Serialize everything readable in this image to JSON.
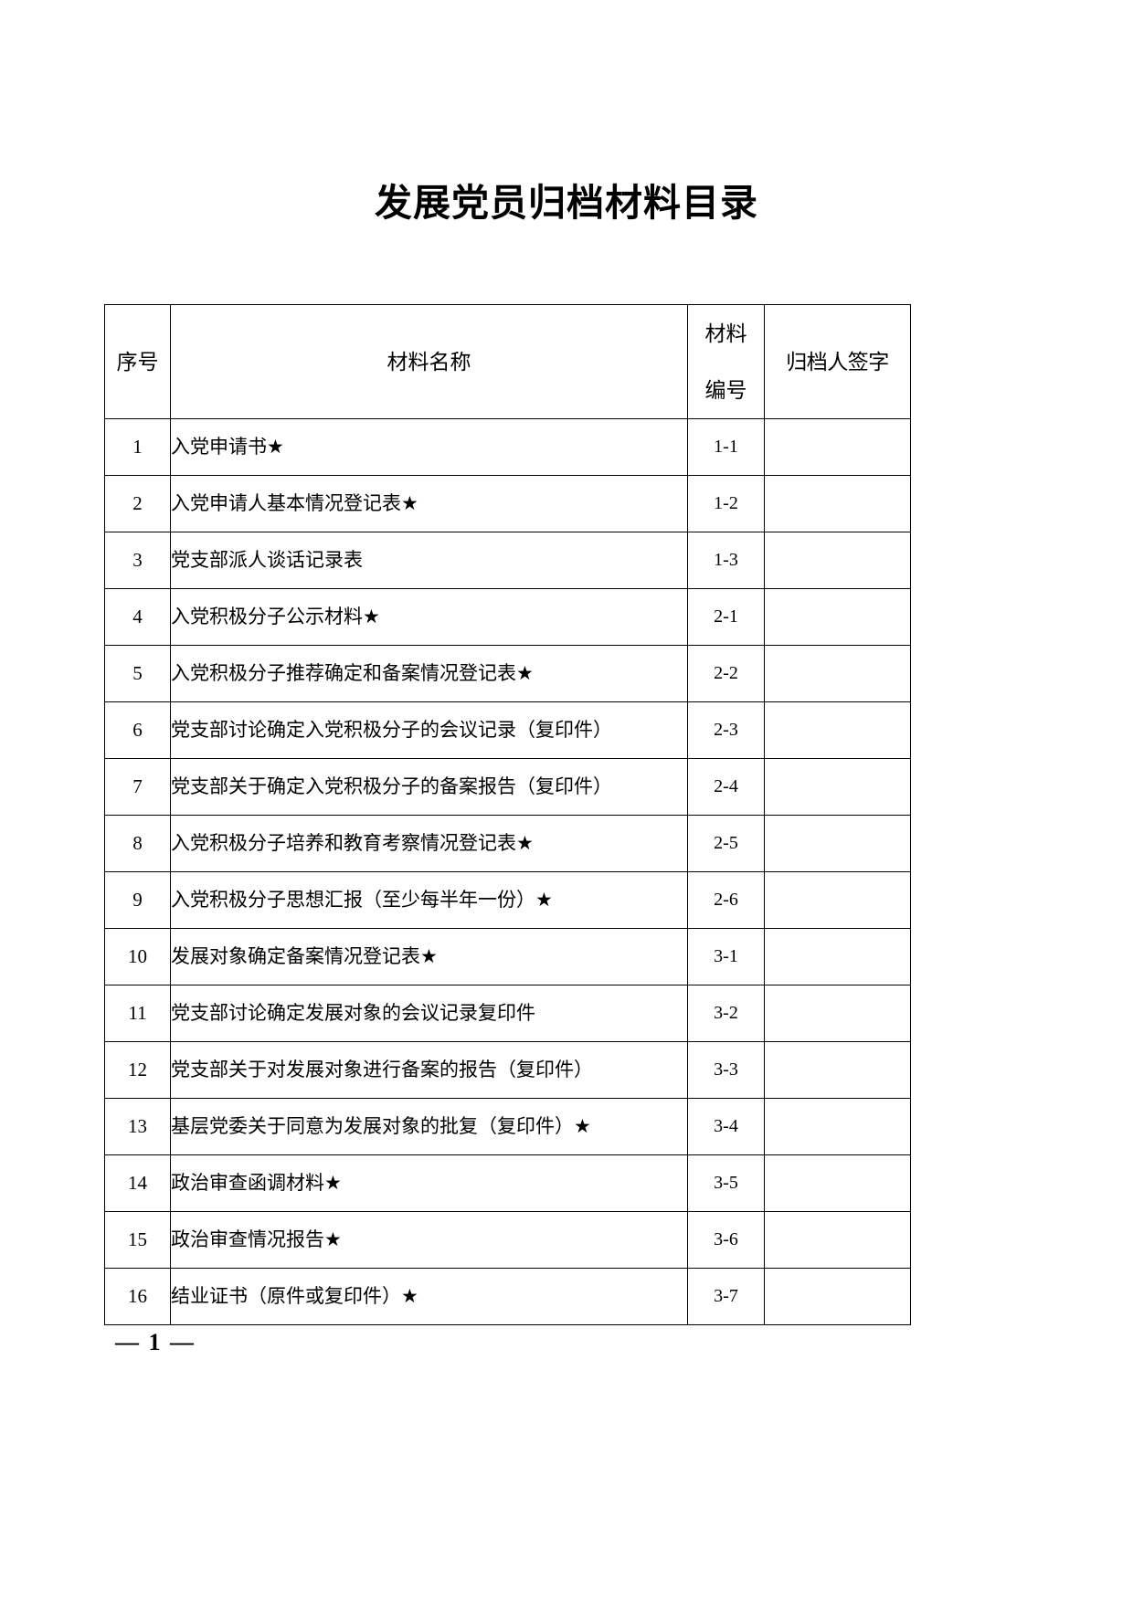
{
  "document": {
    "title": "发展党员归档材料目录",
    "page_footer": "— 1 —"
  },
  "table": {
    "headers": {
      "index": "序号",
      "name": "材料名称",
      "code_line1": "材料",
      "code_line2": "编号",
      "signature": "归档人签字"
    },
    "rows": [
      {
        "index": "1",
        "name": "入党申请书★",
        "code": "1-1",
        "signature": ""
      },
      {
        "index": "2",
        "name": "入党申请人基本情况登记表★",
        "code": "1-2",
        "signature": ""
      },
      {
        "index": "3",
        "name": "党支部派人谈话记录表",
        "code": "1-3",
        "signature": ""
      },
      {
        "index": "4",
        "name": "入党积极分子公示材料★",
        "code": "2-1",
        "signature": ""
      },
      {
        "index": "5",
        "name": "入党积极分子推荐确定和备案情况登记表★",
        "code": "2-2",
        "signature": ""
      },
      {
        "index": "6",
        "name": "党支部讨论确定入党积极分子的会议记录（复印件）",
        "code": "2-3",
        "signature": ""
      },
      {
        "index": "7",
        "name": "党支部关于确定入党积极分子的备案报告（复印件）",
        "code": "2-4",
        "signature": ""
      },
      {
        "index": "8",
        "name": "入党积极分子培养和教育考察情况登记表★",
        "code": "2-5",
        "signature": ""
      },
      {
        "index": "9",
        "name": "入党积极分子思想汇报（至少每半年一份）★",
        "code": "2-6",
        "signature": ""
      },
      {
        "index": "10",
        "name": "发展对象确定备案情况登记表★",
        "code": "3-1",
        "signature": ""
      },
      {
        "index": "11",
        "name": "党支部讨论确定发展对象的会议记录复印件",
        "code": "3-2",
        "signature": ""
      },
      {
        "index": "12",
        "name": "党支部关于对发展对象进行备案的报告（复印件）",
        "code": "3-3",
        "signature": ""
      },
      {
        "index": "13",
        "name": "基层党委关于同意为发展对象的批复（复印件）★",
        "code": "3-4",
        "signature": ""
      },
      {
        "index": "14",
        "name": "政治审查函调材料★",
        "code": "3-5",
        "signature": ""
      },
      {
        "index": "15",
        "name": "政治审查情况报告★",
        "code": "3-6",
        "signature": ""
      },
      {
        "index": "16",
        "name": "结业证书（原件或复印件）★",
        "code": "3-7",
        "signature": ""
      }
    ]
  }
}
